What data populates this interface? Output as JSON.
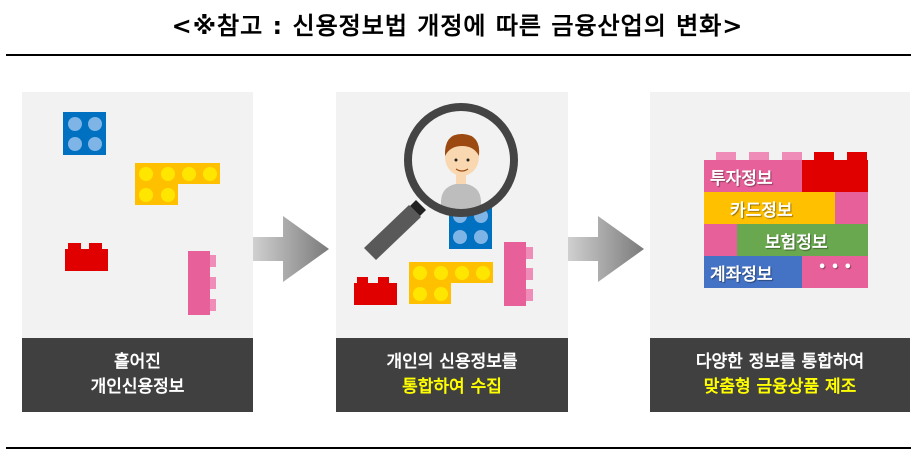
{
  "title": "<※참고 : 신용정보법 개정에 따른 금융산업의 변화>",
  "colors": {
    "panel_bg": "#f2f2f2",
    "caption_bg": "#404040",
    "caption_highlight": "#ffff00",
    "brick_blue": "#0070c0",
    "brick_yellow": "#ffc000",
    "brick_red": "#e00000",
    "brick_pink": "#e8609a",
    "brick_green": "#6aa84f",
    "brick_navy": "#4472c4"
  },
  "panels": [
    {
      "caption_line1": "흩어진",
      "caption_line2": "개인신용정보"
    },
    {
      "caption_line1": "개인의 신용정보를",
      "caption_line2": "통합하여 수집"
    },
    {
      "caption_line1": "다양한 정보를 통합하여",
      "caption_line2": "맞춤형 금융상품 제조",
      "bricks": [
        {
          "label": "투자정보"
        },
        {
          "label": "카드정보"
        },
        {
          "label": "보험정보"
        },
        {
          "label": "계좌정보"
        },
        {
          "label": "• • •"
        }
      ]
    }
  ]
}
